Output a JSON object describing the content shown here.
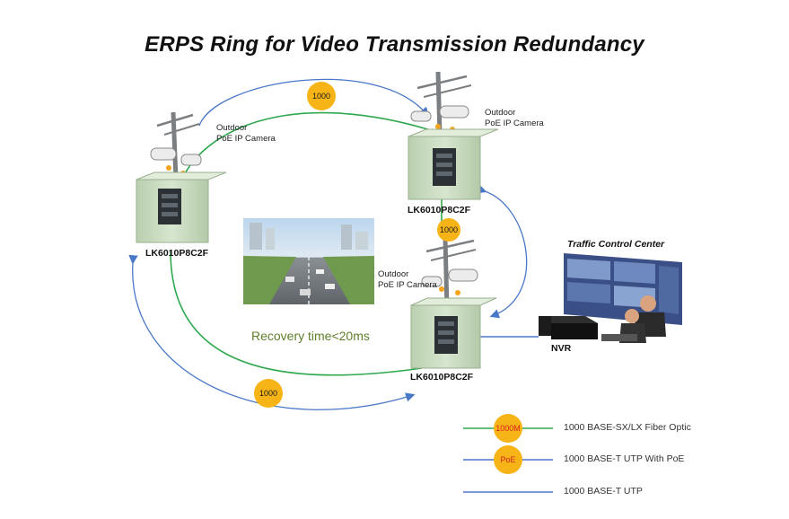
{
  "title": "ERPS Ring for Video Transmission Redundancy",
  "nodes": [
    {
      "camera_label_line1": "Outdoor",
      "camera_label_line2": "PoE IP Camera",
      "model": "LK6010P8C2F"
    },
    {
      "camera_label_line1": "Outdoor",
      "camera_label_line2": "PoE IP Camera",
      "model": "LK6010P8C2F"
    },
    {
      "camera_label_line1": "Outdoor",
      "camera_label_line2": "PoE IP Camera",
      "model": "LK6010P8C2F"
    }
  ],
  "link_badges": [
    "1000",
    "1000",
    "1000"
  ],
  "recovery_text": "Recovery time<20ms",
  "control_center_label": "Traffic Control Center",
  "nvr_label": "NVR",
  "legend": [
    {
      "badge": "1000M",
      "text": "1000 BASE-SX/LX Fiber Optic",
      "line_color": "#4caf50"
    },
    {
      "badge": "PoE",
      "text": "1000 BASE-T UTP With PoE",
      "line_color": "#3a6fc4"
    },
    {
      "badge": "",
      "text": "1000 BASE-T UTP",
      "line_color": "#3a6fc4"
    }
  ],
  "colors": {
    "fiber": "#2fa84f",
    "utp": "#4a78c8",
    "badge": "#f7b417",
    "badge_text": "#d62020",
    "enclosure": "#cfe0c6"
  }
}
